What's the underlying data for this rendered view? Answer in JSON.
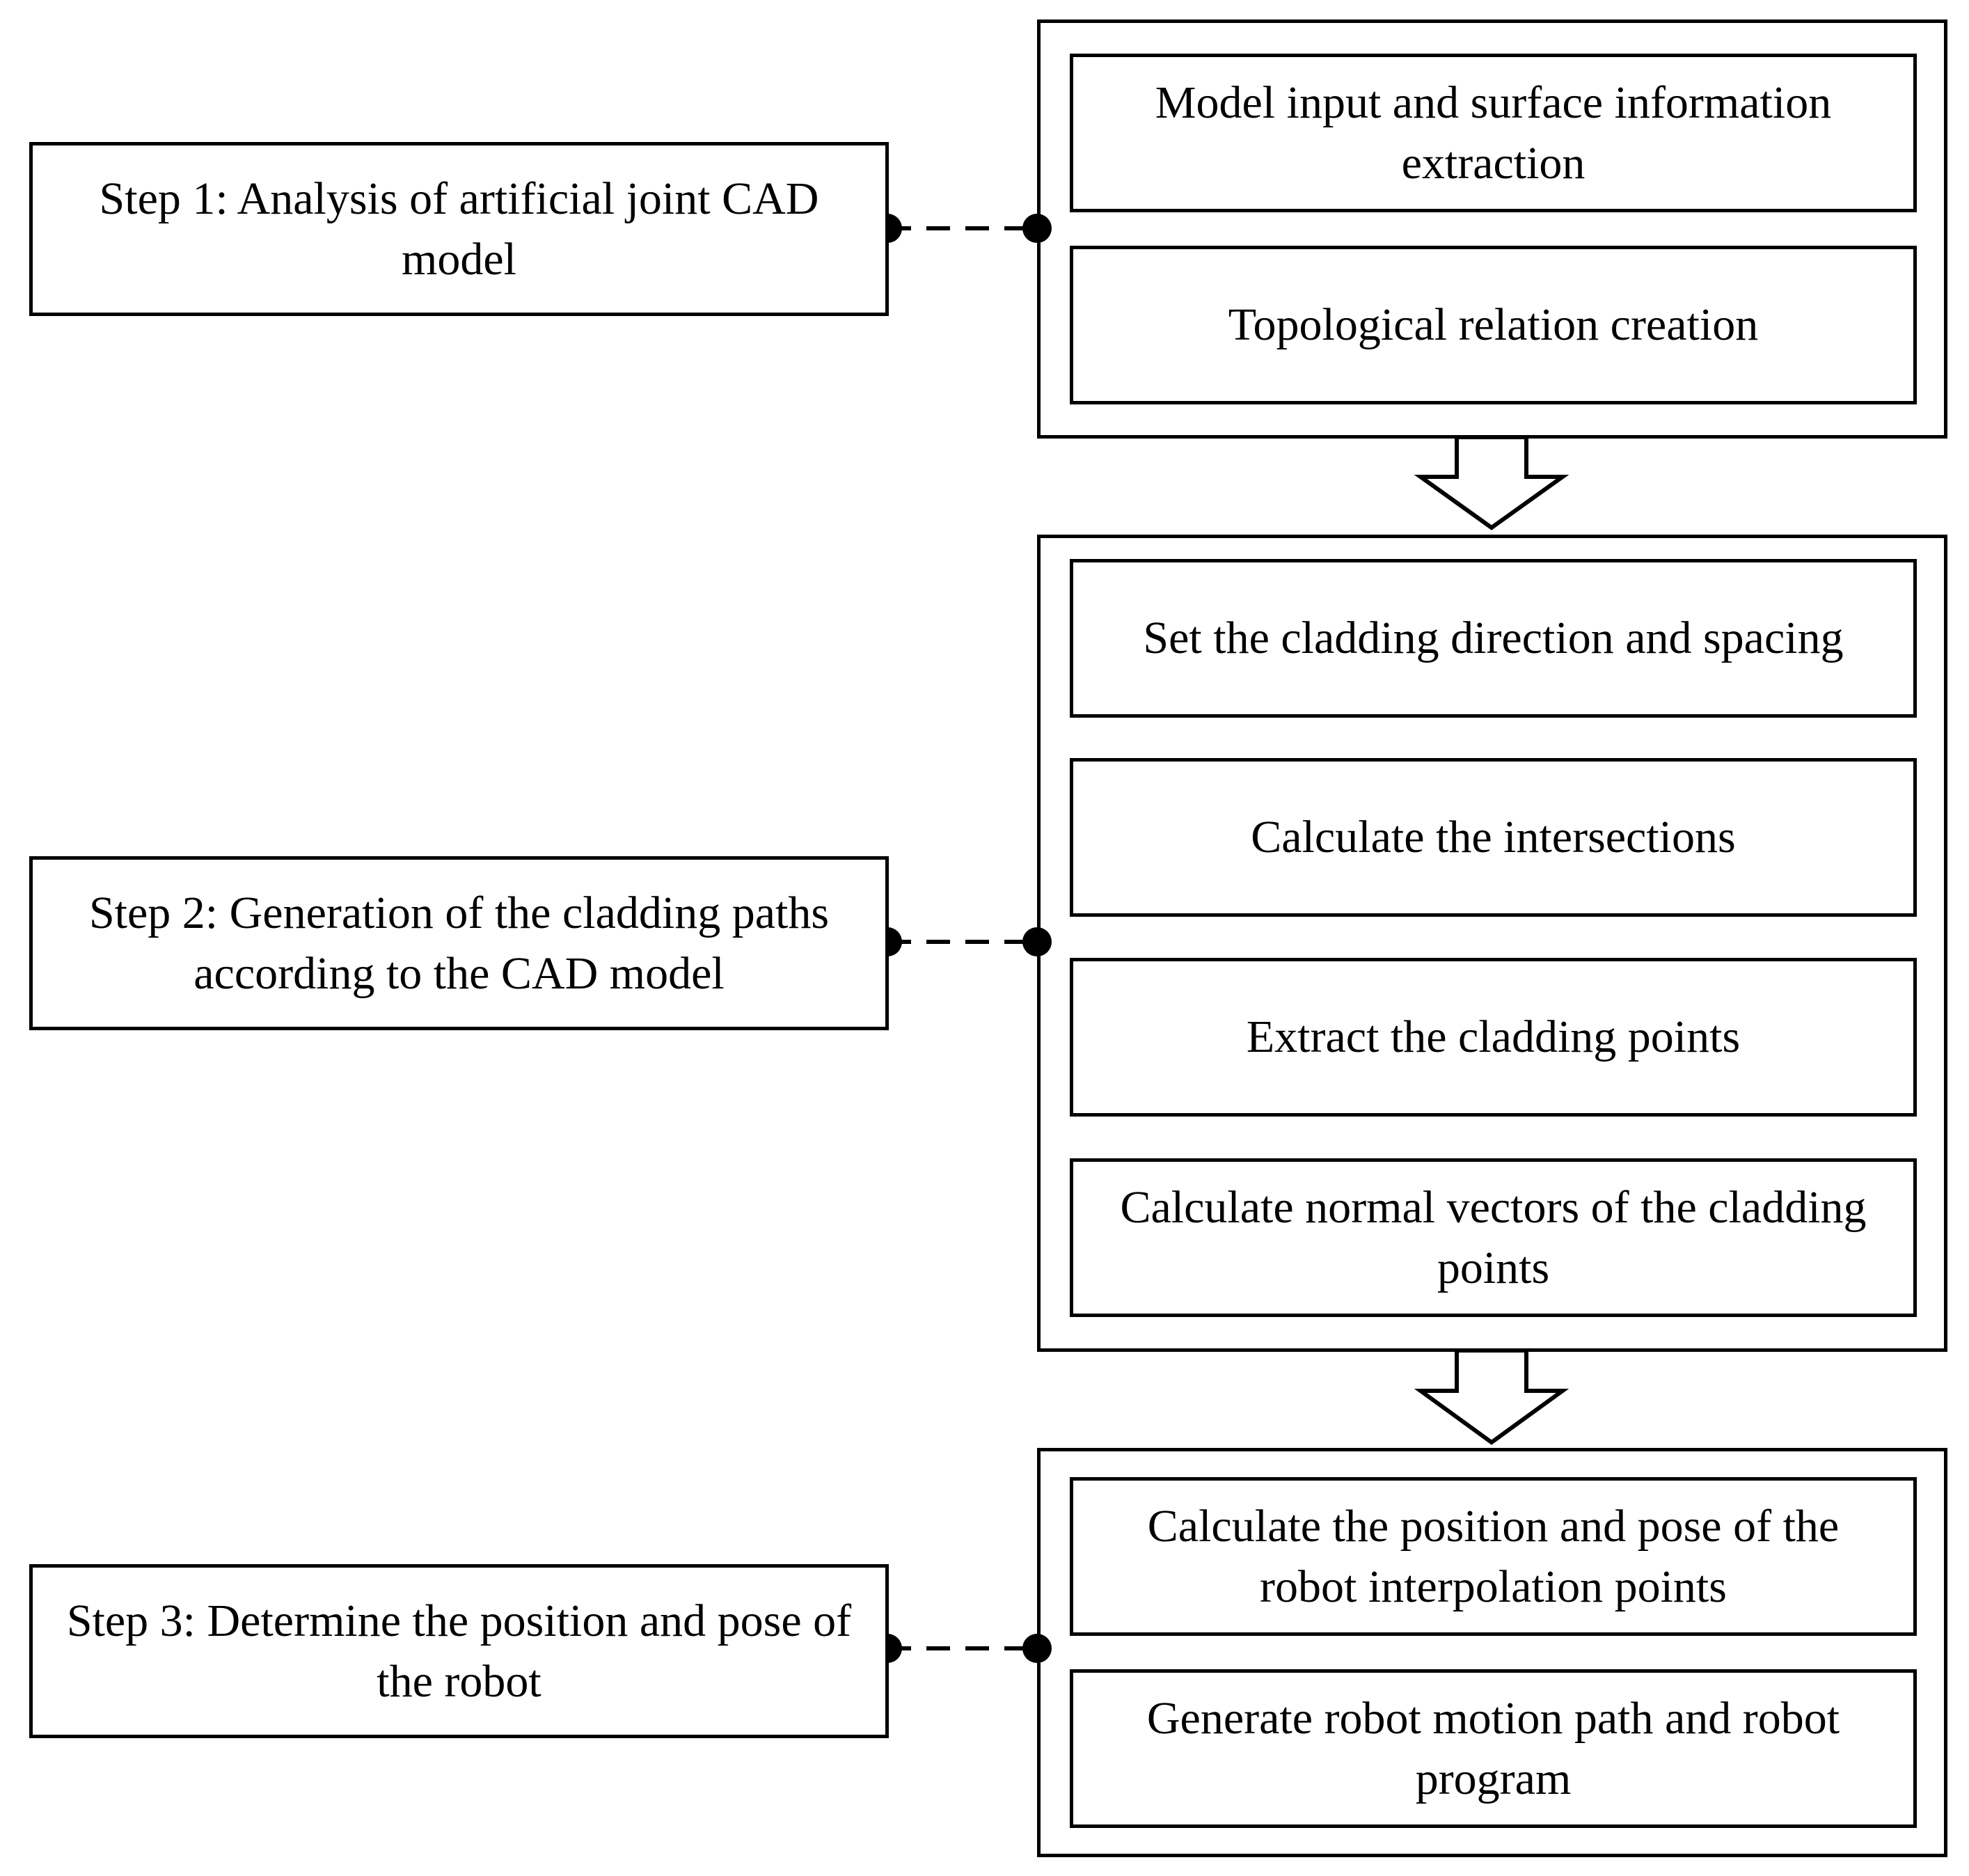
{
  "steps": [
    {
      "label": "Step 1: Analysis of artificial joint CAD model"
    },
    {
      "label": "Step 2: Generation of the cladding paths according to the CAD model"
    },
    {
      "label": "Step 3: Determine the position and pose of the robot"
    }
  ],
  "groups": [
    {
      "items": [
        "Model input and surface information extraction",
        "Topological relation creation"
      ]
    },
    {
      "items": [
        "Set the cladding direction and spacing",
        "Calculate the intersections",
        "Extract the cladding points",
        "Calculate normal vectors of the cladding points"
      ]
    },
    {
      "items": [
        "Calculate the position and pose of the robot interpolation points",
        "Generate robot motion path and robot program"
      ]
    }
  ]
}
